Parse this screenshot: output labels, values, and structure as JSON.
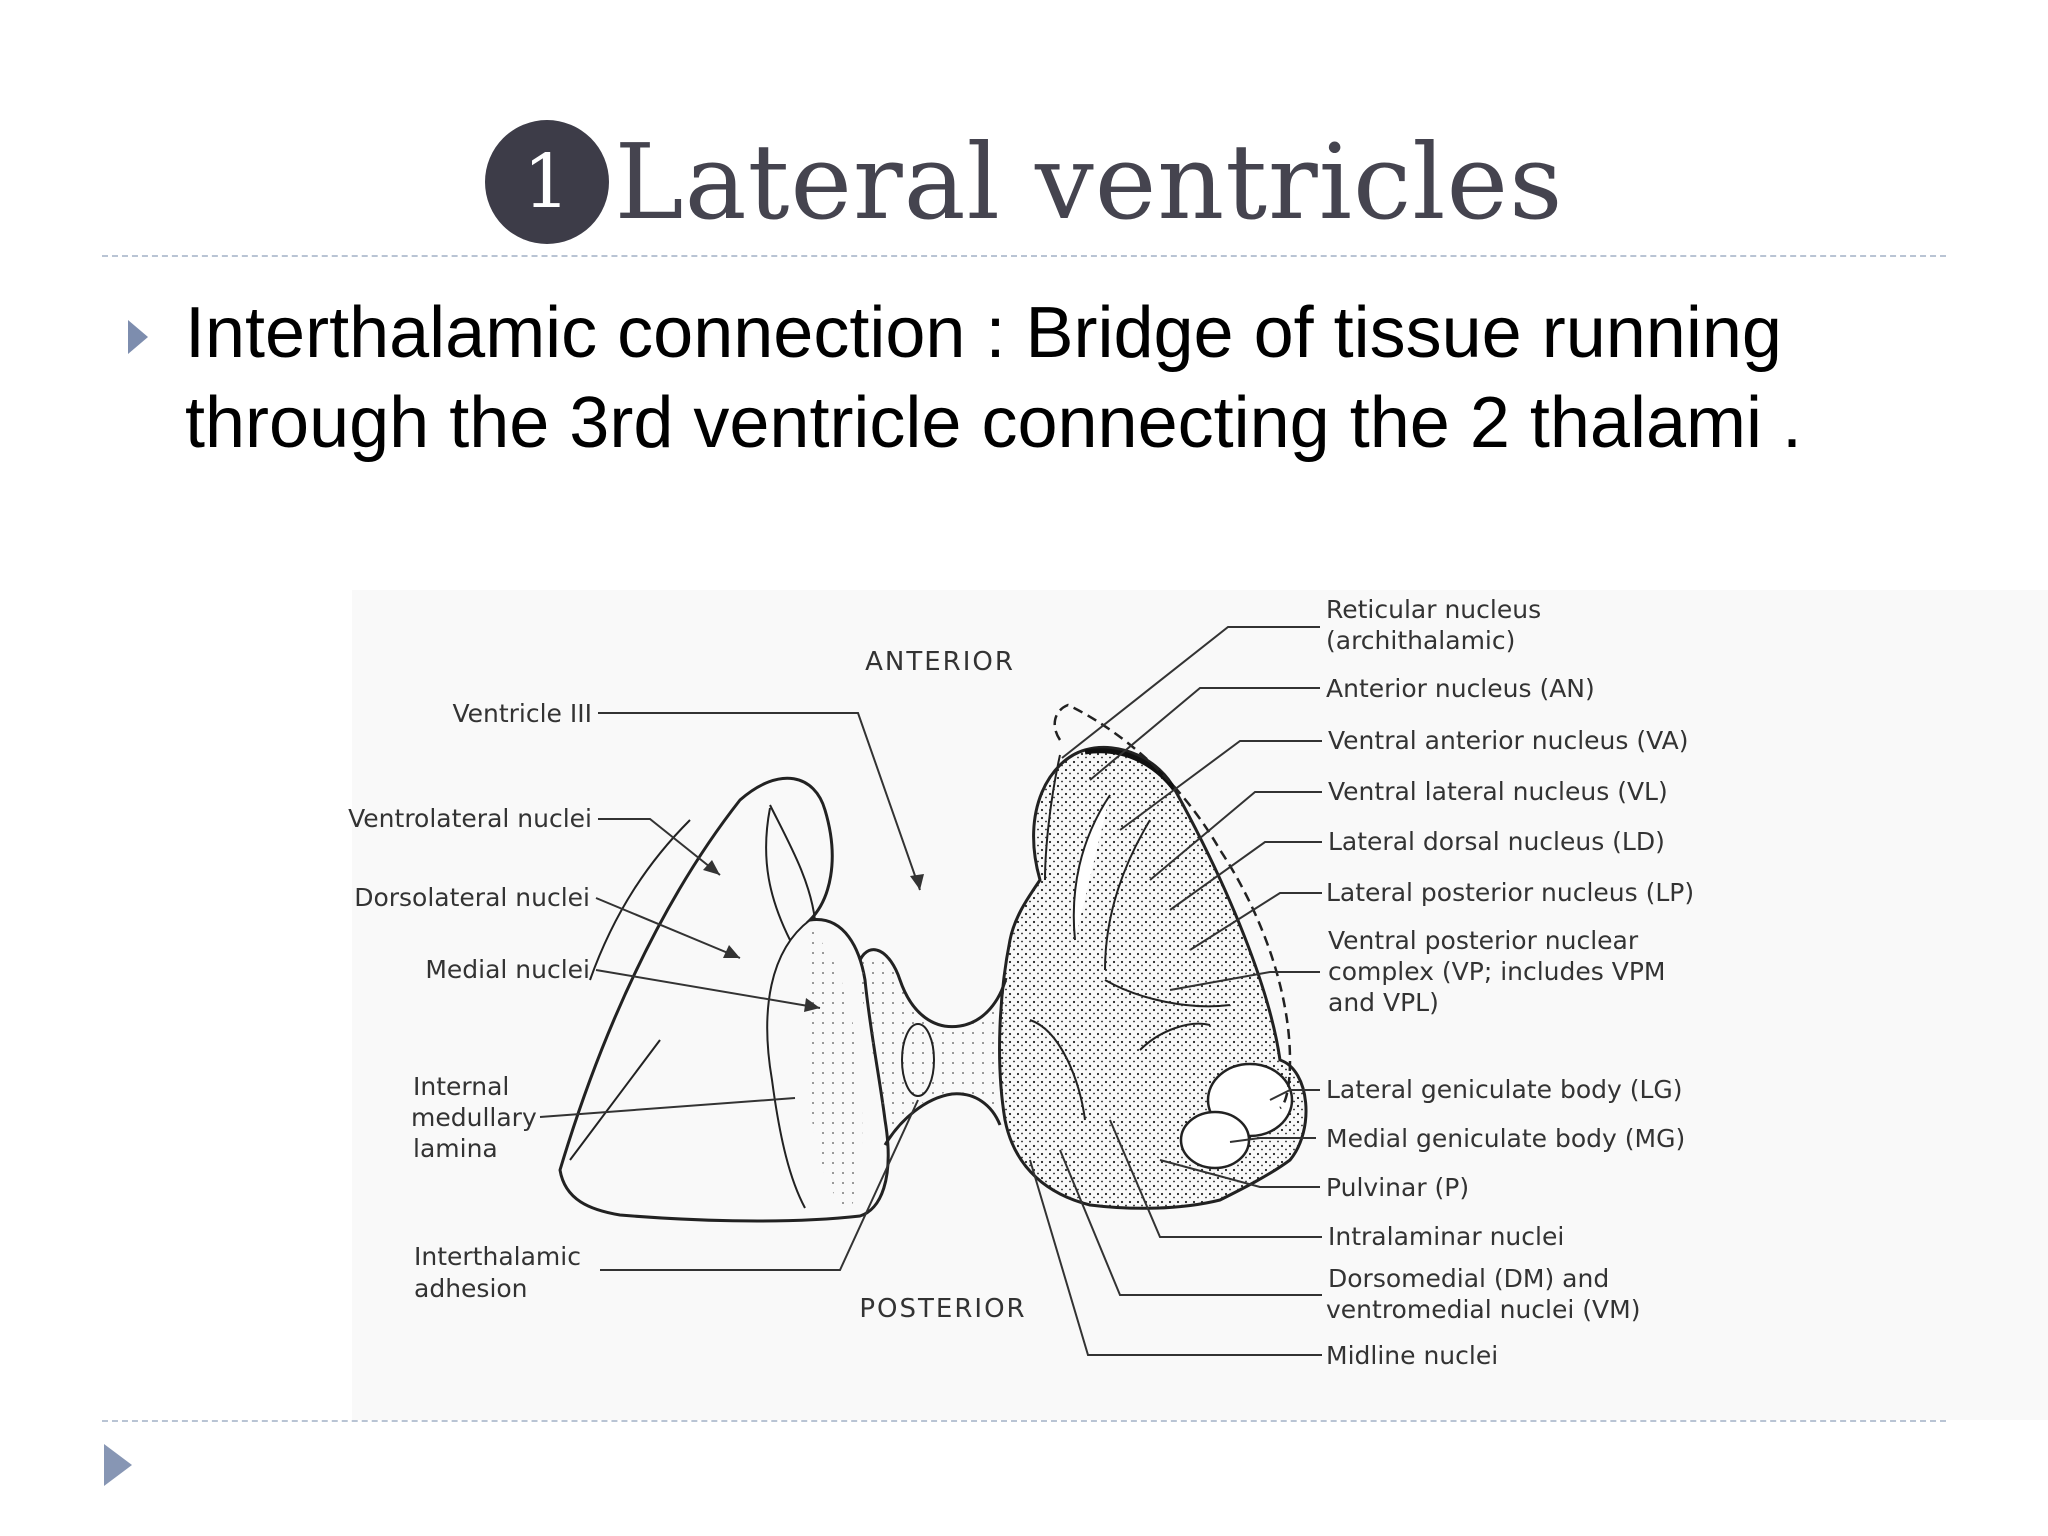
{
  "slide": {
    "number_badge": "1",
    "title": "Lateral ventricles",
    "bullet_text": "Interthalamic connection : Bridge of tissue running through the 3rd ventricle connecting the 2 thalami ."
  },
  "figure": {
    "orientation": {
      "anterior": "ANTERIOR",
      "posterior": "POSTERIOR"
    },
    "left_labels": {
      "ventricle_iii": "Ventricle III",
      "ventrolateral_nuclei": "Ventrolateral nuclei",
      "dorsolateral_nuclei": "Dorsolateral nuclei",
      "medial_nuclei": "Medial nuclei",
      "internal_medullary_lamina": [
        "Internal",
        "medullary",
        "lamina"
      ],
      "interthalamic_adhesion": [
        "Interthalamic",
        "adhesion"
      ]
    },
    "right_labels": {
      "reticular_nucleus": [
        "Reticular nucleus",
        "(archithalamic)"
      ],
      "anterior_nucleus": "Anterior nucleus (AN)",
      "ventral_anterior_nucleus": "Ventral anterior nucleus (VA)",
      "ventral_lateral_nucleus": "Ventral lateral nucleus (VL)",
      "lateral_dorsal_nucleus": "Lateral dorsal nucleus (LD)",
      "lateral_posterior_nucleus": "Lateral posterior nucleus (LP)",
      "ventral_posterior_complex": [
        "Ventral posterior nuclear",
        "complex (VP; includes VPM",
        "and VPL)"
      ],
      "lateral_geniculate_body": "Lateral geniculate body (LG)",
      "medial_geniculate_body": "Medial geniculate body (MG)",
      "pulvinar": "Pulvinar (P)",
      "intralaminar_nuclei": "Intralaminar nuclei",
      "dorsomedial_ventromedial": [
        "Dorsomedial (DM) and",
        "ventromedial nuclei (VM)"
      ],
      "midline_nuclei": "Midline nuclei"
    }
  }
}
